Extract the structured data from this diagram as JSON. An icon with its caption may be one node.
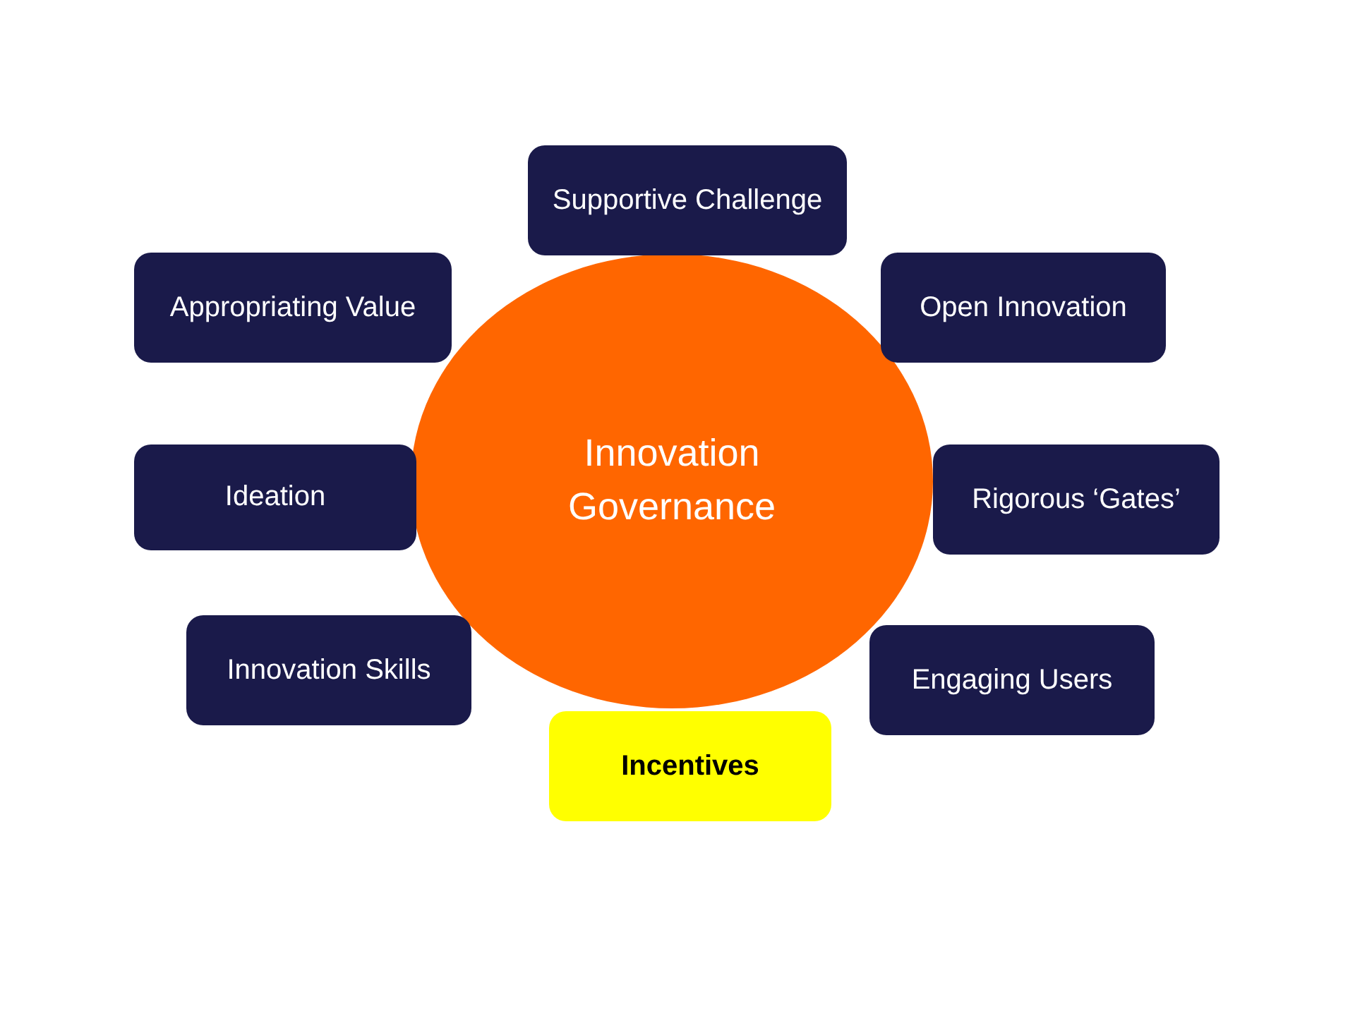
{
  "diagram": {
    "nodes": [
      {
        "text": [
          "Supportive Challenge"
        ]
      },
      {
        "text": [
          "Appropriating Value"
        ]
      },
      {
        "text": [
          "Open Innovation"
        ]
      },
      {
        "text": [
          "Innovation Governance"
        ]
      },
      {
        "text": [
          "Ideation"
        ]
      },
      {
        "text": [
          "Rigorous ‘Gates’"
        ]
      },
      {
        "text": [
          "Innovation Skills"
        ]
      },
      {
        "text": [
          "Engaging Users"
        ]
      },
      {
        "text": [
          "Incentives"
        ]
      }
    ],
    "edges": []
  }
}
